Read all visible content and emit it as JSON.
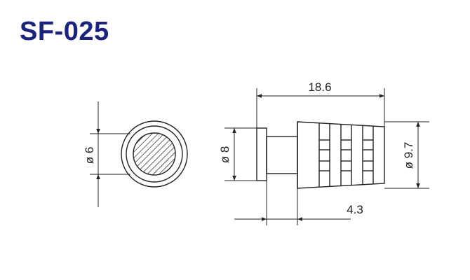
{
  "title": "SF-025",
  "front_view": {
    "diameter_label": "ø 6"
  },
  "side_view": {
    "length_label": "18.6",
    "flange_diameter_label": "ø 8",
    "body_diameter_label": "ø 9.7",
    "offset_label": "4.3"
  },
  "colors": {
    "title": "#1a237e",
    "line": "#222222"
  }
}
